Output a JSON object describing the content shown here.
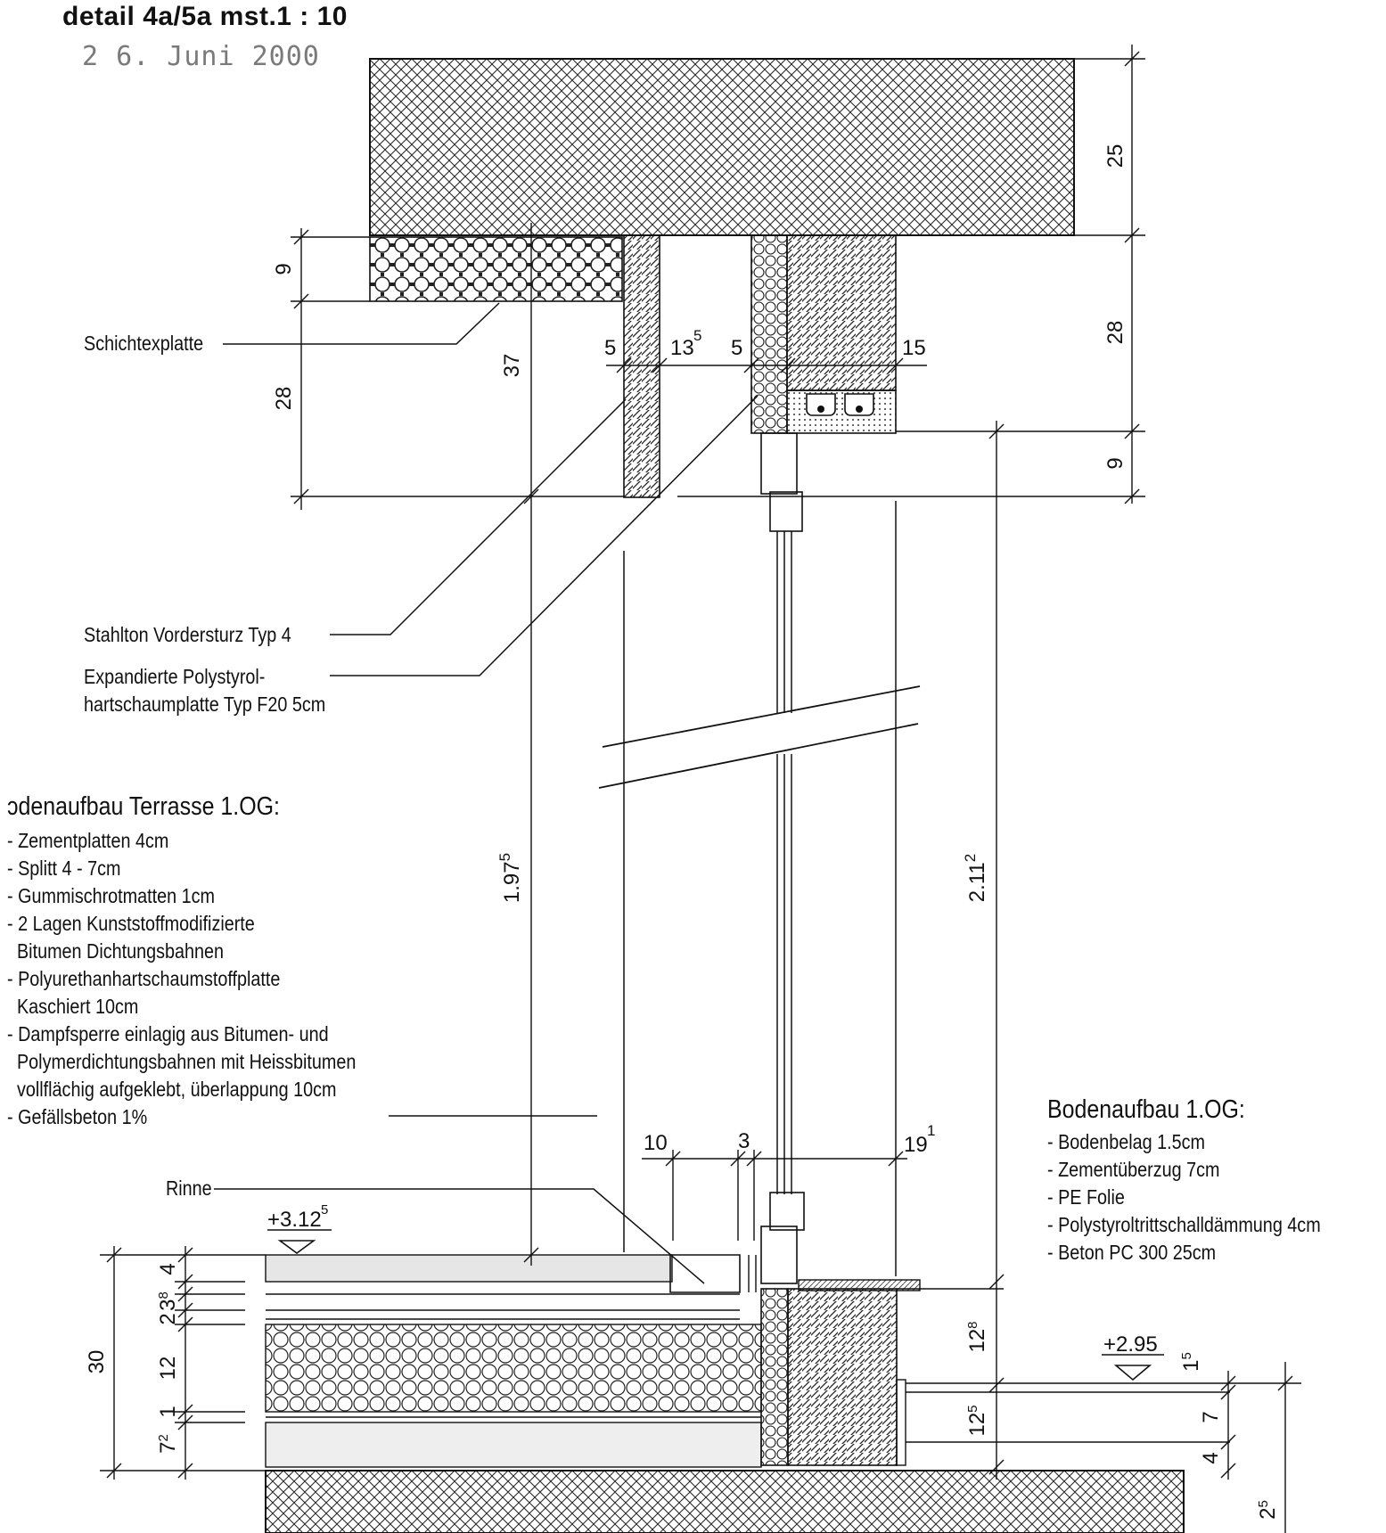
{
  "header": {
    "title": "detail 4a/5a  mst.1 : 10",
    "stamp": "2 6. Juni 2000"
  },
  "labels": {
    "schichtexplatte": "Schichtexplatte",
    "stahlton": "Stahlton Vordersturz Typ 4",
    "polystyrol_line1": "Expandierte Polystyrol-",
    "polystyrol_line2": "hartschaumplatte Typ F20 5cm",
    "rinne": "Rinne"
  },
  "terrasse": {
    "heading": "ɔdenaufbau Terrasse 1.OG:",
    "items": [
      "- Zementplatten 4cm",
      "- Splitt 4 - 7cm",
      "- Gummischrotmatten 1cm",
      "- 2 Lagen Kunststoffmodifizierte",
      "  Bitumen Dichtungsbahnen",
      "- Polyurethanhartschaumstoffplatte",
      "  Kaschiert 10cm",
      "- Dampfsperre einlagig aus Bitumen- und",
      "  Polymerdichtungsbahnen mit Heissbitumen",
      "  vollflächig aufgeklebt, überlappung 10cm",
      "- Gefällsbeton 1%"
    ]
  },
  "boden": {
    "heading": "Bodenaufbau 1.OG:",
    "items": [
      "- Bodenbelag 1.5cm",
      "- Zementüberzug 7cm",
      "- PE Folie",
      "- Polystyroltrittschalldämmung 4cm",
      "- Beton PC 300 25cm"
    ]
  },
  "dimensions": {
    "d25": "25",
    "d28r": "28",
    "d9r": "9",
    "d9l": "9",
    "d28l": "28",
    "d37": "37",
    "d5a": "5",
    "d13": "13",
    "d13sup": "5",
    "d5b": "5",
    "d15": "15",
    "d197": "1.97",
    "d197sup": "5",
    "d211": "2.11",
    "d211sup": "2",
    "d10": "10",
    "d3": "3",
    "d19": "19",
    "d19sup": "1",
    "elev312": "+3.12",
    "elev312sup": "5",
    "elev295": "+2.95",
    "l30": "30",
    "l4": "4",
    "l3": "3",
    "l3sup": "8",
    "l2": "2",
    "l12": "12",
    "l1": "1",
    "l7": "7",
    "l7sup": "2",
    "r128": "12",
    "r128sup": "8",
    "r125": "12",
    "r125sup": "5",
    "r15": "1",
    "r15sup": "5",
    "r7": "7",
    "r4": "4",
    "r25": "2",
    "r25sup": "5"
  }
}
